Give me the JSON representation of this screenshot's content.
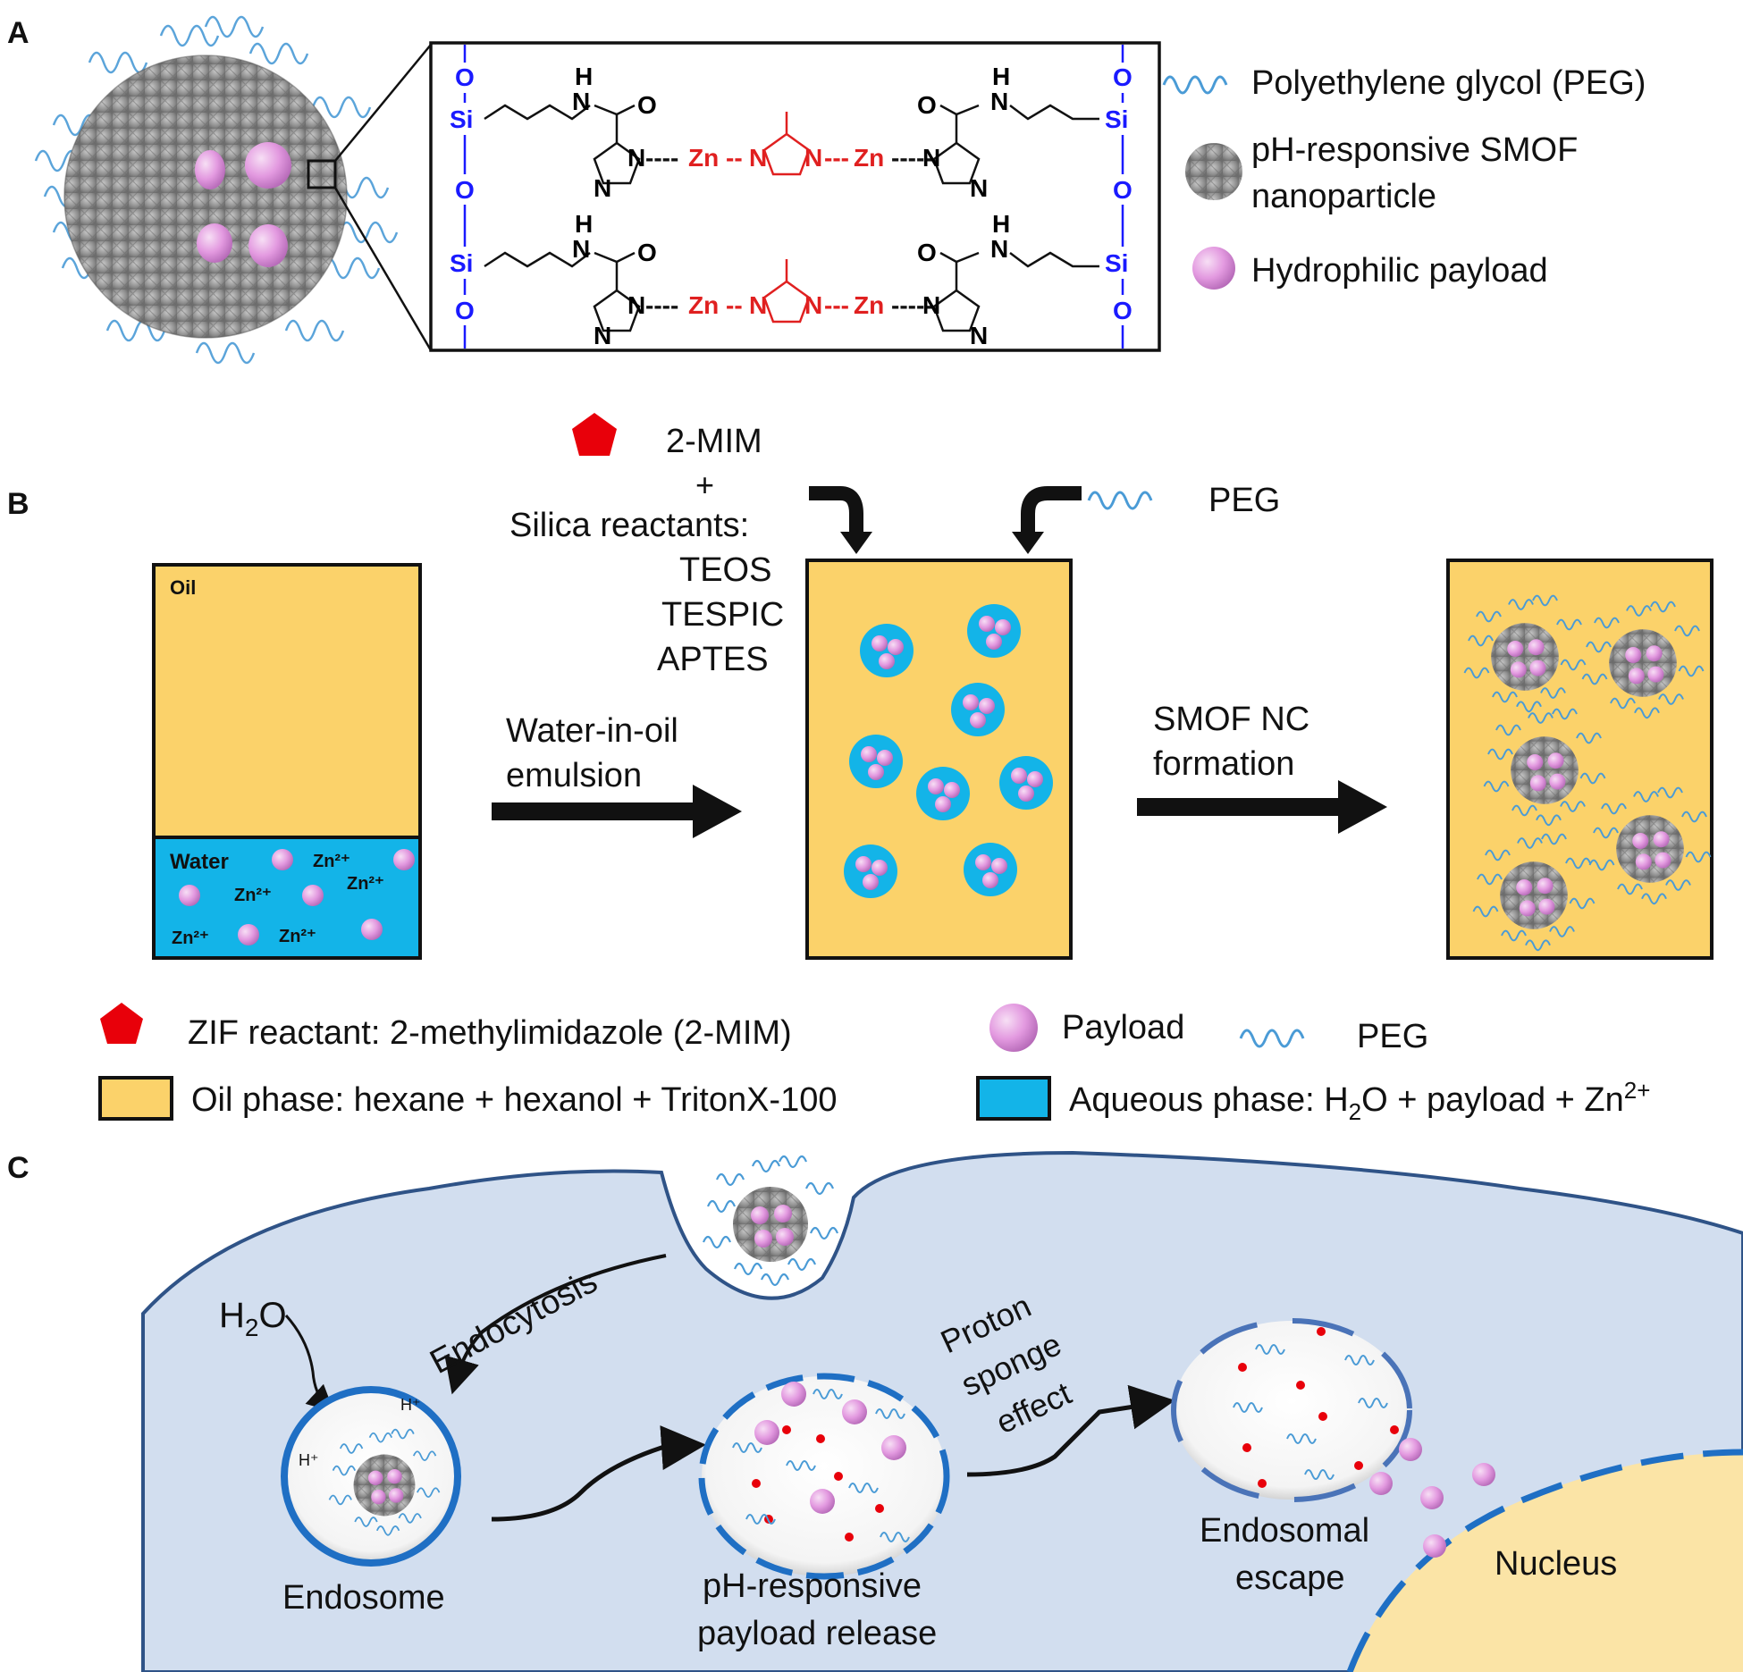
{
  "panels": {
    "a": "A",
    "b": "B",
    "c": "C"
  },
  "panel_a": {
    "legend": {
      "peg": "Polyethylene glycol (PEG)",
      "smof_line1": "pH-responsive SMOF",
      "smof_line2": "nanoparticle",
      "payload": "Hydrophilic payload"
    },
    "chem": {
      "si": "Si",
      "o": "O",
      "n": "N",
      "h": "H",
      "zn": "Zn"
    }
  },
  "panel_b": {
    "box1": {
      "oil": "Oil",
      "water": "Water",
      "zn": "Zn²⁺"
    },
    "reactants": {
      "mim": "2-MIM",
      "plus": "+",
      "silica": "Silica reactants:",
      "teos": "TEOS",
      "tespic": "TESPIC",
      "aptes": "APTES"
    },
    "peg": "PEG",
    "step1": {
      "line1": "Water-in-oil",
      "line2": "emulsion"
    },
    "step2": {
      "line1": "SMOF NC",
      "line2": "formation"
    },
    "legend": {
      "zif": "ZIF reactant: 2-methylimidazole (2-MIM)",
      "payload": "Payload",
      "peg": "PEG",
      "oil": "Oil phase: hexane + hexanol + TritonX-100",
      "aqueous_prefix": "Aqueous phase: H",
      "aqueous_sub": "2",
      "aqueous_mid": "O + payload + Zn",
      "aqueous_sup": "2+"
    }
  },
  "panel_c": {
    "h2o_main": "H",
    "h2o_sub": "2",
    "h2o_end": "O",
    "h_plus": "H⁺",
    "endocytosis": "Endocytosis",
    "endosome": "Endosome",
    "release_line1": "pH-responsive",
    "release_line2": "payload  release",
    "proton_line1": "Proton",
    "proton_line2": "sponge",
    "proton_line3": "effect",
    "escape_line1": "Endosomal",
    "escape_line2": "escape",
    "nucleus": "Nucleus"
  },
  "colors": {
    "oil": "#fbd26a",
    "water": "#13b4e8",
    "payload": "#e8a0e0",
    "peg": "#4a9bd6",
    "cell": "#d2deef",
    "membrane": "#2f5387",
    "nucleus": "#fbe4a6",
    "zn_chem": "#e02020",
    "si_chem": "#1a1aff"
  }
}
